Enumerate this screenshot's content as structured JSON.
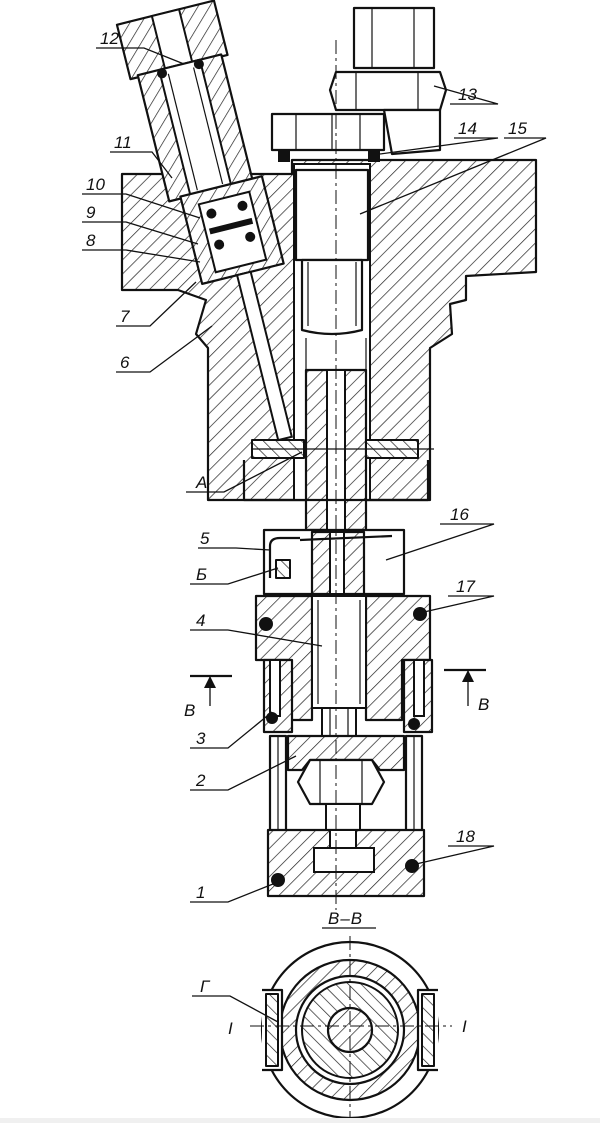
{
  "figure": {
    "part_labels": [
      "1",
      "2",
      "3",
      "4",
      "5",
      "6",
      "7",
      "8",
      "9",
      "10",
      "11",
      "12",
      "13",
      "14",
      "15",
      "16",
      "17",
      "18"
    ],
    "zone_labels": {
      "a": "А",
      "b": "Б",
      "g": "Г"
    },
    "section_arrow_left": "В",
    "section_arrow_right": "В",
    "section_title": "В–В",
    "axis_left": "I",
    "axis_right": "I"
  }
}
